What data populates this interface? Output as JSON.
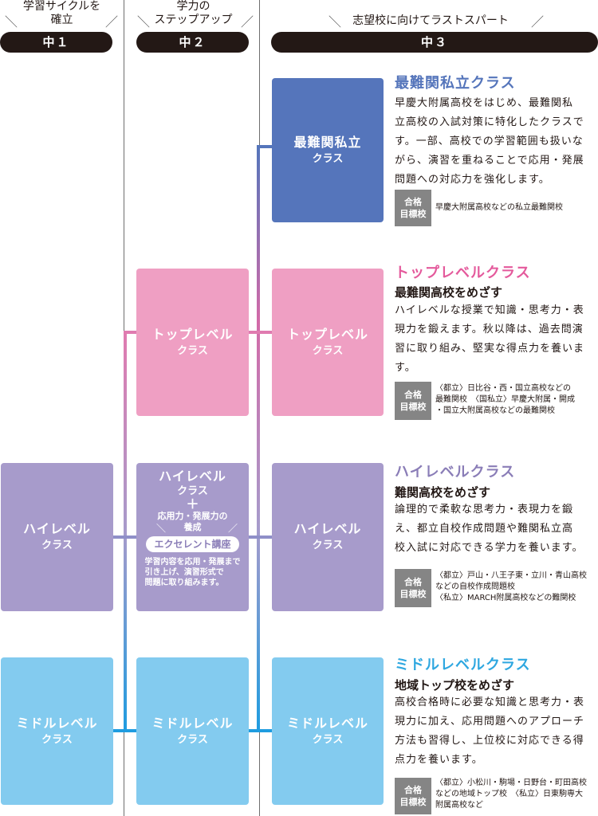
{
  "columns": [
    {
      "caption": [
        "学習サイクルを",
        "確立"
      ],
      "label": "中１"
    },
    {
      "caption": [
        "学力の",
        "ステップアップ"
      ],
      "label": "中２"
    },
    {
      "caption": [
        "志望校に向けてラストスパート"
      ],
      "label": "中３"
    }
  ],
  "boxes": {
    "g3_top": {
      "title": "最難関私立",
      "sub": "クラス"
    },
    "g2_top": {
      "title": "トップレベル",
      "sub": "クラス"
    },
    "g3_toplevel": {
      "title": "トップレベル",
      "sub": "クラス"
    },
    "g1_high": {
      "title": "ハイレベル",
      "sub": "クラス"
    },
    "g2_high": {
      "title": "ハイレベル",
      "sub": "クラス",
      "plus": "＋",
      "note": [
        "応用力・発展力の",
        "養成"
      ],
      "badge": "エクセレント講座",
      "desc": [
        "学習内容を応用・発展まで",
        "引き上げ、演習形式で",
        "問題に取り組みます。"
      ]
    },
    "g3_high": {
      "title": "ハイレベル",
      "sub": "クラス"
    },
    "g1_mid": {
      "title": "ミドルレベル",
      "sub": "クラス"
    },
    "g2_mid": {
      "title": "ミドルレベル",
      "sub": "クラス"
    },
    "g3_mid": {
      "title": "ミドルレベル",
      "sub": "クラス"
    }
  },
  "target_label": [
    "合格",
    "目標校"
  ],
  "descriptions": [
    {
      "title": "最難関私立クラス",
      "title_color": "#5575bb",
      "subtitle": "",
      "body": [
        "早慶大附属高校をはじめ、最難関私",
        "立高校の入試対策に特化したクラスで",
        "す。一部、高校での学習範囲も扱いな",
        "がら、演習を重ねることで応用・発展",
        "問題への対応力を強化します。"
      ],
      "targets": [
        "早慶大附属高校などの私立最難関校"
      ]
    },
    {
      "title": "トップレベルクラス",
      "title_color": "#e45a9c",
      "subtitle": "最難関高校をめざす",
      "body": [
        "ハイレベルな授業で知識・思考力・表",
        "現力を鍛えます。秋以降は、過去問演",
        "習に取り組み、堅実な得点力を養いま",
        "す。"
      ],
      "targets": [
        "〈都立〉日比谷・西・国立高校などの",
        "最難関校　〈国私立〉早慶大附属・開成",
        "・国立大附属高校などの最難関校"
      ]
    },
    {
      "title": "ハイレベルクラス",
      "title_color": "#8a7db7",
      "subtitle": "難関高校をめざす",
      "body": [
        "論理的で柔軟な思考力・表現力を鍛",
        "え、都立自校作成問題や難関私立高",
        "校入試に対応できる学力を養います。"
      ],
      "targets": [
        "〈都立〉戸山・八王子東・立川・青山高校",
        "などの自校作成問題校",
        "〈私立〉MARCH附属高校などの難関校"
      ]
    },
    {
      "title": "ミドルレベルクラス",
      "title_color": "#2ea7e0",
      "subtitle": "地域トップ校をめざす",
      "body": [
        "高校合格時に必要な知識と思考力・表",
        "現力に加え、応用問題へのアプローチ",
        "方法も習得し、上位校に対応できる得",
        "点力を養います。"
      ],
      "targets": [
        "〈都立〉小松川・駒場・日野台・町田高校",
        "などの地域トップ校　〈私立〉日東駒専大",
        "附属高校など"
      ]
    }
  ]
}
